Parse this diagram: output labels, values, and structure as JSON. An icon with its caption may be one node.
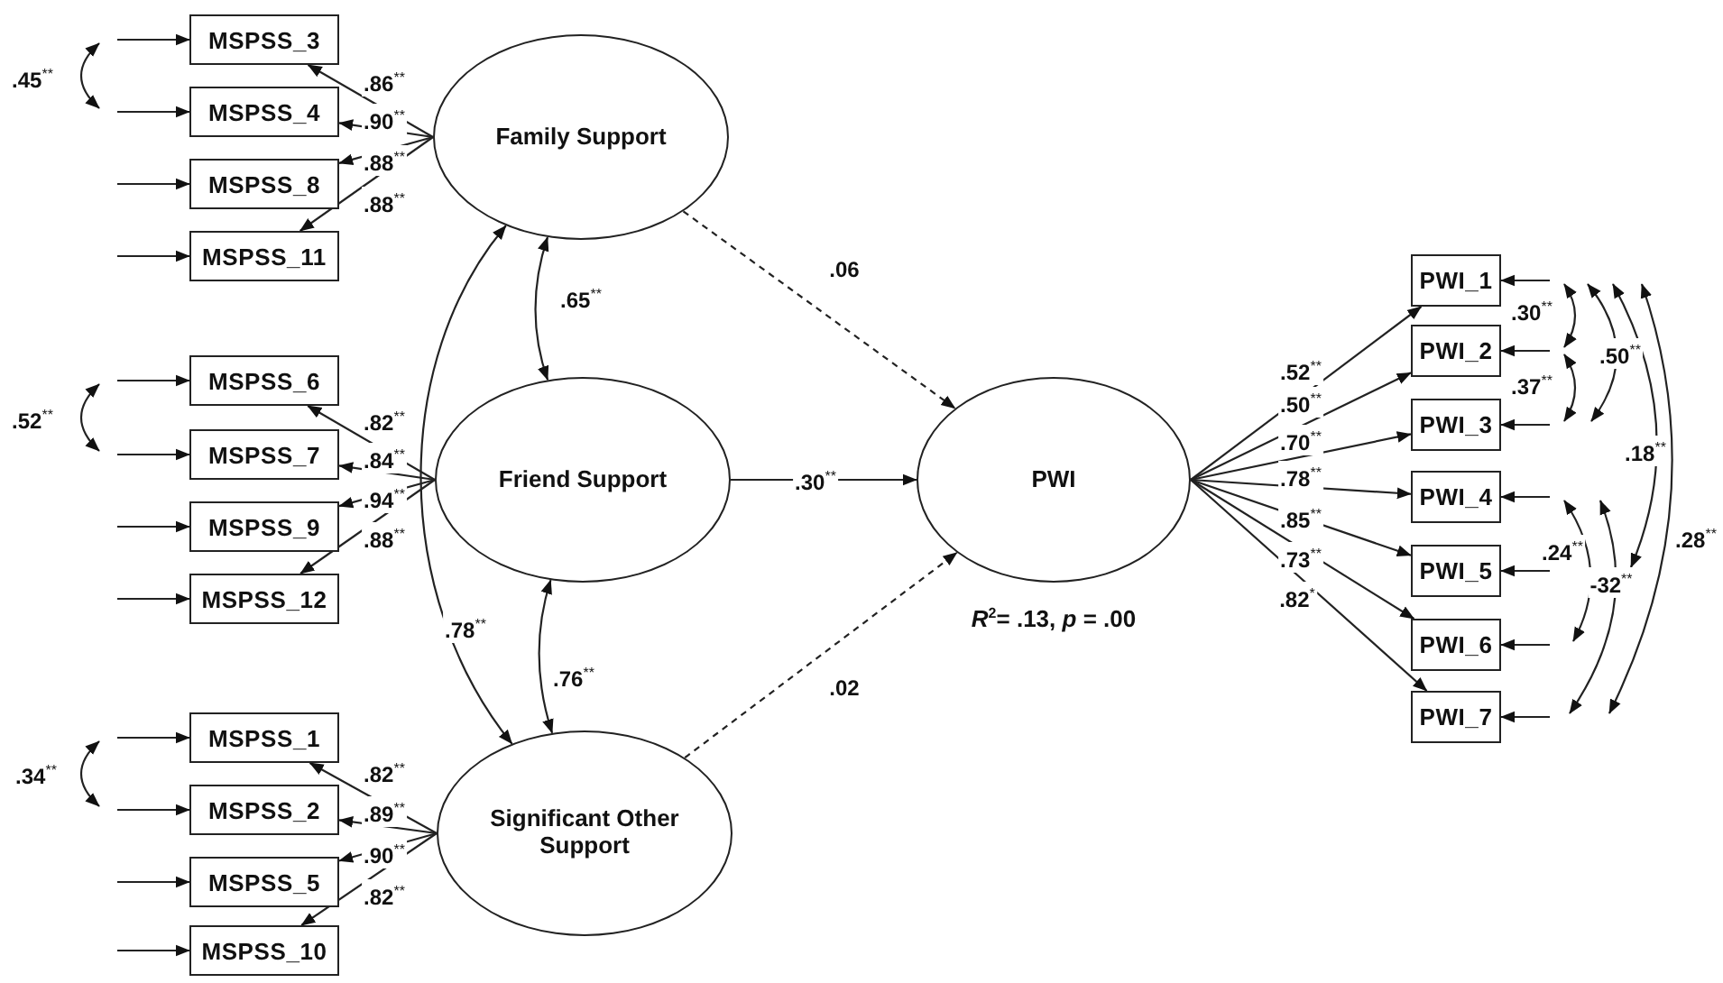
{
  "diagram": {
    "nodes": [
      {
        "text": [
          "MSPSS_3"
        ]
      },
      {
        "text": [
          "MSPSS_4"
        ]
      },
      {
        "text": [
          "MSPSS_8"
        ]
      },
      {
        "text": [
          "MSPSS_11"
        ]
      },
      {
        "text": [
          "MSPSS_6"
        ]
      },
      {
        "text": [
          "MSPSS_7"
        ]
      },
      {
        "text": [
          "MSPSS_9"
        ]
      },
      {
        "text": [
          "MSPSS_12"
        ]
      },
      {
        "text": [
          "MSPSS_1"
        ]
      },
      {
        "text": [
          "MSPSS_2"
        ]
      },
      {
        "text": [
          "MSPSS_5"
        ]
      },
      {
        "text": [
          "MSPSS_10"
        ]
      },
      {
        "text": [
          "Family Support"
        ]
      },
      {
        "text": [
          "Friend Support"
        ]
      },
      {
        "text": [
          "Significant Other Support"
        ]
      },
      {
        "text": [
          "PWI"
        ],
        "beside": [
          "*R*$^{2}$= .13, *p* = .00"
        ]
      },
      {
        "text": [
          "PWI_1"
        ]
      },
      {
        "text": [
          "PWI_2"
        ]
      },
      {
        "text": [
          "PWI_3"
        ]
      },
      {
        "text": [
          "PWI_4"
        ]
      },
      {
        "text": [
          "PWI_5"
        ]
      },
      {
        "text": [
          "PWI_6"
        ]
      },
      {
        "text": [
          "PWI_7"
        ]
      }
    ],
    "edges": [
      {
        "from": 12,
        "to": 0,
        "arrow": "to",
        "label": ".86$^{**}$"
      },
      {
        "from": 12,
        "to": 1,
        "arrow": "to",
        "label": ".90$^{**}$"
      },
      {
        "from": 12,
        "to": 2,
        "arrow": "to",
        "label": ".88$^{**}$"
      },
      {
        "from": 12,
        "to": 3,
        "arrow": "to",
        "label": ".88$^{**}$"
      },
      {
        "from": 13,
        "to": 4,
        "arrow": "to",
        "label": ".82$^{**}$"
      },
      {
        "from": 13,
        "to": 5,
        "arrow": "to",
        "label": ".84$^{**}$"
      },
      {
        "from": 13,
        "to": 6,
        "arrow": "to",
        "label": ".94$^{**}$"
      },
      {
        "from": 13,
        "to": 7,
        "arrow": "to",
        "label": ".88$^{**}$"
      },
      {
        "from": 14,
        "to": 8,
        "arrow": "to",
        "label": ".82$^{**}$"
      },
      {
        "from": 14,
        "to": 9,
        "arrow": "to",
        "label": ".89$^{**}$"
      },
      {
        "from": 14,
        "to": 10,
        "arrow": "to",
        "label": ".90$^{**}$"
      },
      {
        "from": 14,
        "to": 11,
        "arrow": "to",
        "label": ".82$^{**}$"
      },
      {
        "from": null,
        "to": 0,
        "arrow": "to"
      },
      {
        "from": null,
        "to": 1,
        "arrow": "to"
      },
      {
        "from": null,
        "to": 2,
        "arrow": "to"
      },
      {
        "from": null,
        "to": 3,
        "arrow": "to"
      },
      {
        "from": null,
        "to": 4,
        "arrow": "to"
      },
      {
        "from": null,
        "to": 5,
        "arrow": "to"
      },
      {
        "from": null,
        "to": 6,
        "arrow": "to"
      },
      {
        "from": null,
        "to": 7,
        "arrow": "to"
      },
      {
        "from": null,
        "to": 8,
        "arrow": "to"
      },
      {
        "from": null,
        "to": 9,
        "arrow": "to"
      },
      {
        "from": null,
        "to": 10,
        "arrow": "to"
      },
      {
        "from": null,
        "to": 11,
        "arrow": "to"
      },
      {
        "from": 0,
        "to": 1,
        "arrow": "both",
        "label": ".45$^{**}$"
      },
      {
        "from": 4,
        "to": 5,
        "arrow": "both",
        "label": ".52$^{**}$"
      },
      {
        "from": 8,
        "to": 9,
        "arrow": "both",
        "label": ".34$^{**}$"
      },
      {
        "from": 12,
        "to": 13,
        "arrow": "both",
        "label": ".65$^{**}$"
      },
      {
        "from": 13,
        "to": 14,
        "arrow": "both",
        "label": ".76$^{**}$"
      },
      {
        "from": 12,
        "to": 14,
        "arrow": "both",
        "label": ".78$^{**}$"
      },
      {
        "from": 12,
        "to": 15,
        "arrow": "to",
        "label": ".06",
        "style": "dashed"
      },
      {
        "from": 13,
        "to": 15,
        "arrow": "to",
        "label": ".30$^{**}$"
      },
      {
        "from": 14,
        "to": 15,
        "arrow": "to",
        "label": ".02",
        "style": "dashed"
      },
      {
        "from": 15,
        "to": 16,
        "arrow": "to",
        "label": ".52$^{**}$"
      },
      {
        "from": 15,
        "to": 17,
        "arrow": "to",
        "label": ".50$^{**}$"
      },
      {
        "from": 15,
        "to": 18,
        "arrow": "to",
        "label": ".70$^{**}$"
      },
      {
        "from": 15,
        "to": 19,
        "arrow": "to",
        "label": ".78$^{**}$"
      },
      {
        "from": 15,
        "to": 20,
        "arrow": "to",
        "label": ".85$^{**}$"
      },
      {
        "from": 15,
        "to": 21,
        "arrow": "to",
        "label": ".73$^{**}$"
      },
      {
        "from": 15,
        "to": 22,
        "arrow": "to",
        "label": ".82$^{*}$"
      },
      {
        "from": null,
        "to": 16,
        "arrow": "to"
      },
      {
        "from": null,
        "to": 17,
        "arrow": "to"
      },
      {
        "from": null,
        "to": 18,
        "arrow": "to"
      },
      {
        "from": null,
        "to": 19,
        "arrow": "to"
      },
      {
        "from": null,
        "to": 20,
        "arrow": "to"
      },
      {
        "from": null,
        "to": 21,
        "arrow": "to"
      },
      {
        "from": null,
        "to": 22,
        "arrow": "to"
      },
      {
        "from": 16,
        "to": 17,
        "arrow": "both",
        "label": ".30$^{**}$"
      },
      {
        "from": 17,
        "to": 18,
        "arrow": "both",
        "label": ".37$^{**}$"
      },
      {
        "from": 16,
        "to": 18,
        "arrow": "both",
        "label": ".50$^{**}$"
      },
      {
        "from": 16,
        "to": 20,
        "arrow": "both",
        "label": ".18$^{**}$"
      },
      {
        "from": 16,
        "to": 22,
        "arrow": "both",
        "label": ".28$^{**}$"
      },
      {
        "from": 19,
        "to": 21,
        "arrow": "both",
        "label": ".24$^{**}$"
      },
      {
        "from": 19,
        "to": 22,
        "arrow": "both",
        "label": "-32$^{**}$"
      }
    ]
  }
}
